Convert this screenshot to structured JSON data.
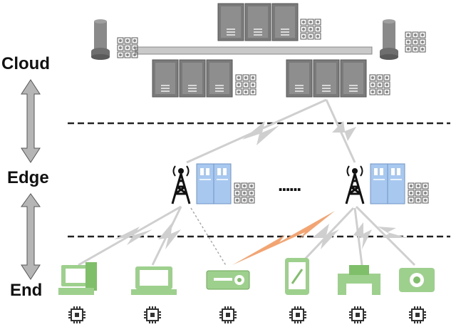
{
  "tiers": {
    "cloud": "Cloud",
    "edge": "Edge",
    "end": "End"
  },
  "edge_ellipsis": "......",
  "colors": {
    "server": "#7a7a7a",
    "rack": "#c9c9c9",
    "edge_server": "#a8c8ef",
    "device": "#9dd08c",
    "device_dark": "#7fbf6a",
    "link_gray": "#c8c8c8",
    "link_orange": "#f4a470",
    "dashes": "#222222",
    "arrow": "#b0b0b0"
  },
  "icons": {
    "cloud_servers": "server-rack-icon",
    "cloud_storage": "database-cylinder-icon",
    "edge_station": "cell-tower-icon",
    "edge_server": "edge-server-icon",
    "chip": "processor-chip-icon",
    "end_devices": [
      "desktop-computer-icon",
      "laptop-icon",
      "projector-icon",
      "tablet-icon",
      "printer-icon",
      "camera-icon"
    ]
  }
}
